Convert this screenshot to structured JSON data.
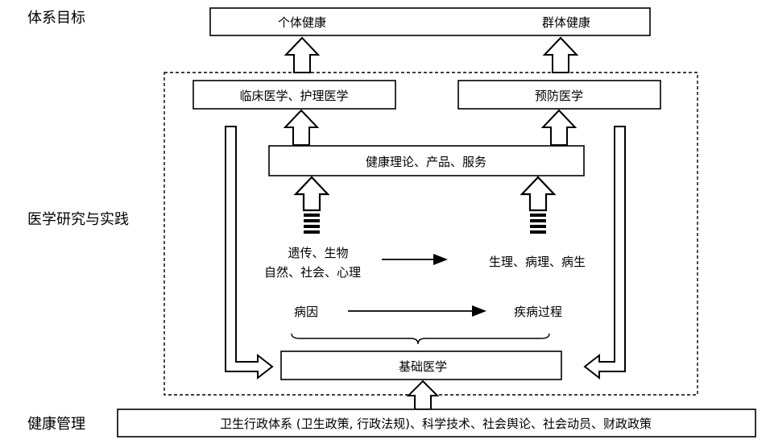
{
  "side_labels": {
    "goal": "体系目标",
    "research": "医学研究与实践",
    "management": "健康管理"
  },
  "boxes": {
    "individual_health": "个体健康",
    "group_health": "群体健康",
    "clinical": "临床医学、护理医学",
    "preventive": "预防医学",
    "theory": "健康理论、产品、服务",
    "basic": "基础医学",
    "management_bar": "卫生行政体系 (卫生政策, 行政法规)、科学技术、社会舆论、社会动员、财政政策"
  },
  "factors": {
    "line1": "遗传、生物",
    "line2": "自然、社会、心理",
    "outcome": "生理、病理、病生",
    "cause": "病因",
    "process": "疾病过程"
  }
}
